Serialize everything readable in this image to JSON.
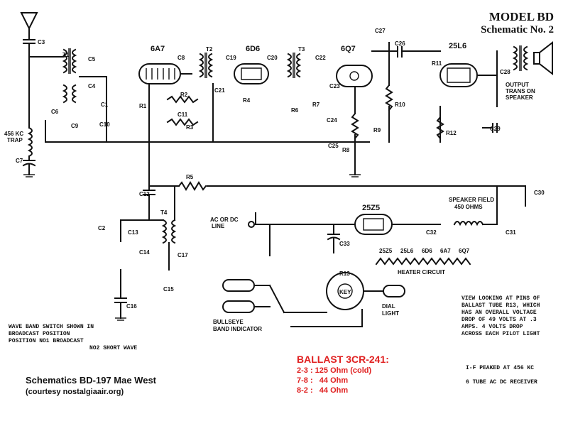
{
  "header": {
    "model": "MODEL BD",
    "schematic": "Schematic No. 2"
  },
  "tubes": [
    "6A7",
    "6D6",
    "6Q7",
    "25L6",
    "25Z5"
  ],
  "labels": {
    "trap": "456 KC",
    "trap2": "TRAP",
    "acdc": "AC OR DC",
    "line": "LINE",
    "speaker_field": "SPEAKER FIELD",
    "speaker_ohms": "450 OHMS",
    "output_trans": "OUTPUT",
    "output_trans2": "TRANS ON",
    "output_trans3": "SPEAKER",
    "heater": "HEATER CIRCUIT",
    "heater_tubes": [
      "25Z5",
      "25L6",
      "6D6",
      "6A7",
      "6Q7"
    ],
    "dial": "DIAL",
    "dial2": "LIGHT",
    "bullseye": "BULLSEYE",
    "bullseye2": "BAND INDICATOR",
    "key": "KEY",
    "r13": "R13"
  },
  "components": [
    "C3",
    "T1",
    "C5",
    "C4",
    "C1",
    "C6",
    "C9",
    "C10",
    "C7",
    "R1",
    "R2",
    "C11",
    "R3",
    "C8",
    "T2",
    "C19",
    "C21",
    "R4",
    "C20",
    "T3",
    "C22",
    "C23",
    "R6",
    "R7",
    "C24",
    "C25",
    "R8",
    "R9",
    "C27",
    "C26",
    "R10",
    "R11",
    "C28",
    "R12",
    "C29",
    "R5",
    "C12",
    "T4",
    "C2",
    "C13",
    "C14",
    "C17",
    "C15",
    "C16",
    "C30",
    "C32",
    "C31",
    "C33"
  ],
  "notes": {
    "wave_band": [
      "WAVE BAND SWITCH SHOWN IN",
      "BROADCAST POSITION",
      "POSITION  NO1 BROADCAST",
      "NO2 SHORT WAVE"
    ],
    "ballast_view": [
      "VIEW LOOKING AT PINS OF",
      "BALLAST TUBE R13, WHICH",
      "HAS AN OVERALL VOLTAGE",
      "DROP OF 49 VOLTS AT .3",
      "AMPS. 4 VOLTS DROP",
      "ACROSS EACH PILOT LIGHT"
    ],
    "if_peak": "I-F  PEAKED AT 456 KC",
    "receiver": "6 TUBE AC DC RECEIVER"
  },
  "credit": {
    "line1": "Schematics BD-197 Mae West",
    "line2": "(courtesy nostalgiaair.org)"
  },
  "ballast": {
    "title": "BALLAST 3CR-241:",
    "rows": [
      "2-3 : 125 Ohm (cold)",
      "7-8 :   44 Ohm",
      "8-2 :   44 Ohm"
    ],
    "color": "#e02020"
  }
}
